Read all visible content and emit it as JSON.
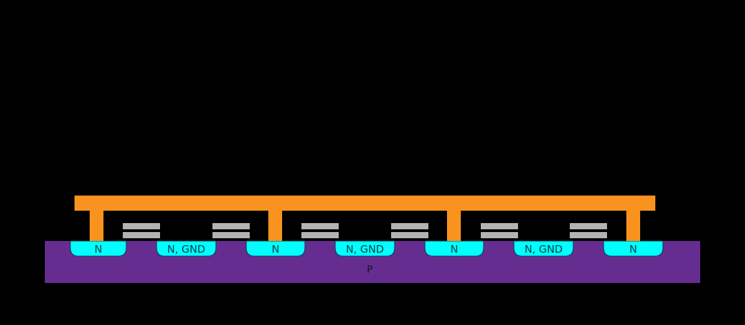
{
  "diagram": {
    "substrate_label": "P",
    "wells": [
      "N",
      "N, GND",
      "N",
      "N, GND",
      "N",
      "N, GND",
      "N"
    ],
    "colors": {
      "background": "#000000",
      "metal": "#f7931e",
      "substrate": "#662d91",
      "well": "#00ffff",
      "gate": "#b3b3b3",
      "well_text": "#0a3a44"
    }
  }
}
